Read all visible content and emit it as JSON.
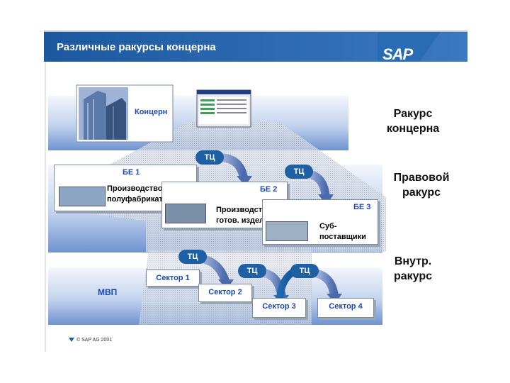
{
  "header": {
    "title": "Различные ракурсы концерна",
    "logo": "SAP"
  },
  "views": {
    "group": [
      "Ракурс",
      "концерна"
    ],
    "legal": [
      "Правовой",
      "ракурс"
    ],
    "internal": [
      "Внутр.",
      "ракурс"
    ]
  },
  "concern": {
    "label": "Концерн"
  },
  "units": [
    {
      "title": "БЕ 1",
      "lines": [
        "Производство:",
        "полуфабрикаты"
      ]
    },
    {
      "title": "БЕ 2",
      "lines": [
        "Производство:",
        "готов. изделия"
      ]
    },
    {
      "title": "БЕ 3",
      "lines": [
        "Суб-",
        "поставщики"
      ]
    }
  ],
  "tc_label": "ТЦ",
  "sectors": [
    "Сектор 1",
    "Сектор 2",
    "Сектор 3",
    "Сектор 4"
  ],
  "mvp_label": "МВП",
  "footer": "© SAP AG 2001",
  "colors": {
    "title_bar": "#1f5fa4",
    "accent": "#1a46b4",
    "band_light": "#e8eef8",
    "band_dark": "#7d9fd6"
  }
}
